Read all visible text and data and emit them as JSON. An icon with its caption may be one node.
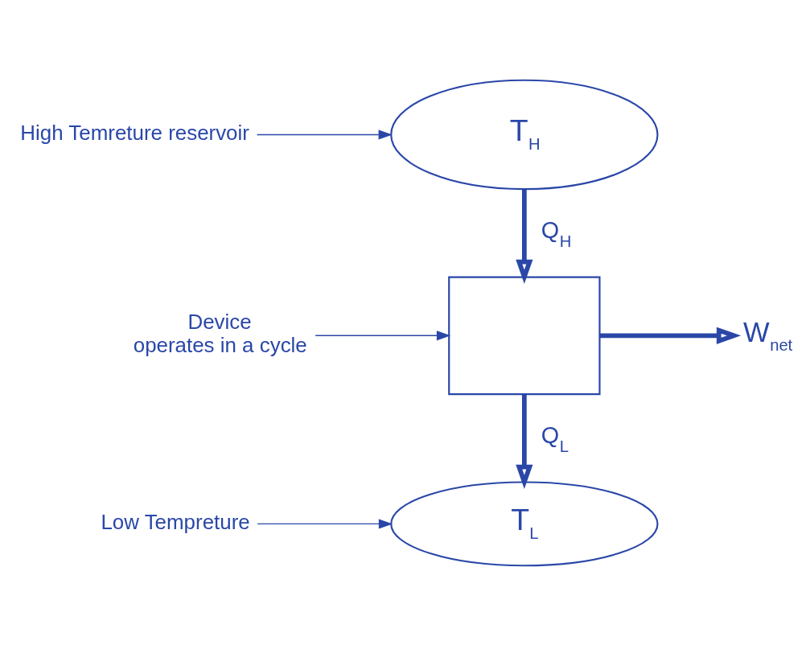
{
  "diagram": {
    "nodes": [
      {
        "text": [
          "T$_{H}$"
        ]
      },
      {
        "text": [
          "High Temreture reservoir"
        ]
      },
      {
        "text": [],
        "shape": "box"
      },
      {
        "text": [
          "Device",
          "operates in a cycle"
        ]
      },
      {
        "text": [
          "W$_{net}$"
        ]
      },
      {
        "text": [
          "T$_{L}$"
        ]
      },
      {
        "text": [
          "Low Tempreture"
        ]
      }
    ],
    "edges": [
      {
        "from": 1,
        "to": 0,
        "arrow": "to"
      },
      {
        "from": 0,
        "to": 2,
        "arrow": "to",
        "label": "Q$_{H}$",
        "style": "thick"
      },
      {
        "from": 3,
        "to": 2,
        "arrow": "to"
      },
      {
        "from": 2,
        "to": 4,
        "arrow": "to",
        "style": "thick"
      },
      {
        "from": 2,
        "to": 5,
        "arrow": "to",
        "label": "Q$_{L}$",
        "style": "thick"
      },
      {
        "from": 6,
        "to": 5,
        "arrow": "to"
      }
    ]
  }
}
